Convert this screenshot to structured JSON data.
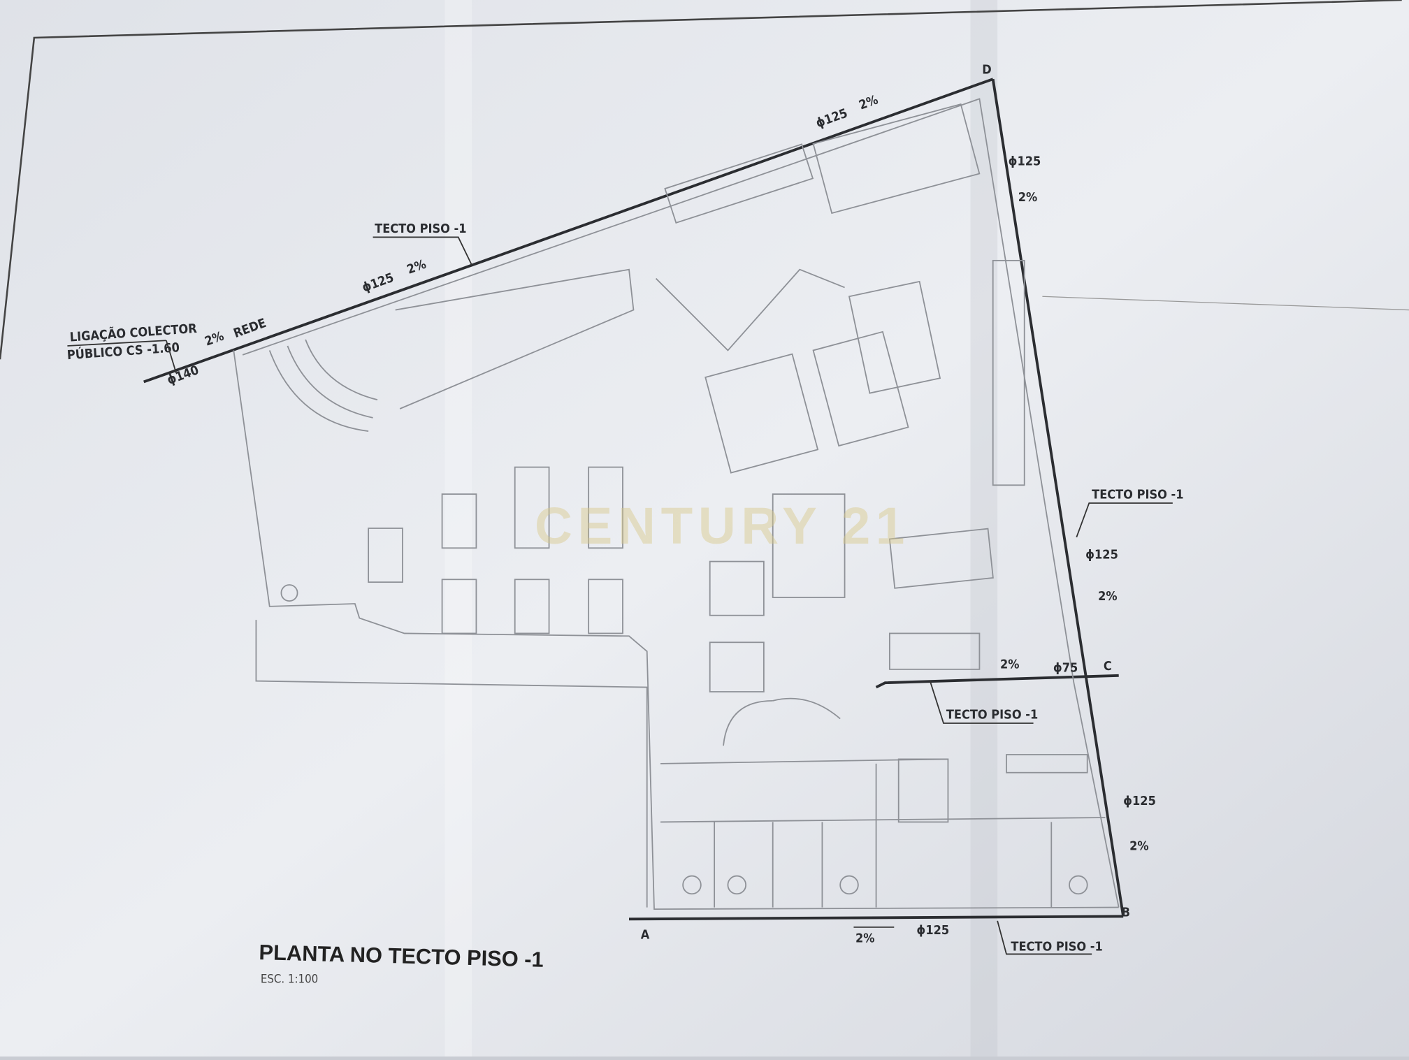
{
  "drawing": {
    "title": "PLANTA NO TECTO PISO -1",
    "scale": "ESC. 1:100",
    "watermark": "CENTURY 21",
    "labels": {
      "connection_line1": "LIGAÇÃO COLECTOR",
      "connection_line2": "PÚBLICO CS -1.60",
      "rede": "REDE",
      "slope": "2%",
      "pipe_140": "ϕ140",
      "pipe_125": "ϕ125",
      "pipe_75": "ϕ75",
      "tecto": "TECTO PISO -1",
      "point_a": "A",
      "point_b": "B",
      "point_c": "C",
      "point_d": "D"
    },
    "colors": {
      "paper": "#e6e8ed",
      "ink": "#2b2d31",
      "plan_lines": "#8e9197"
    }
  }
}
